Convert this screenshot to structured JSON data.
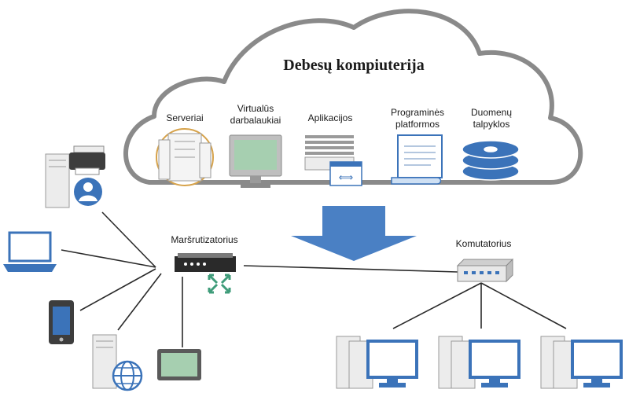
{
  "cloud": {
    "title": "Debesų kompiuterija",
    "services": [
      {
        "label_line1": "Serveriai",
        "label_line2": "",
        "icon": "servers-icon"
      },
      {
        "label_line1": "Virtualūs",
        "label_line2": "darbalaukiai",
        "icon": "virtual-desktop-icon"
      },
      {
        "label_line1": "Aplikacijos",
        "label_line2": "",
        "icon": "applications-icon"
      },
      {
        "label_line1": "Programinės",
        "label_line2": "platformos",
        "icon": "platform-scroll-icon"
      },
      {
        "label_line1": "Duomenų",
        "label_line2": "talpyklos",
        "icon": "data-storage-icon"
      }
    ]
  },
  "router": {
    "label": "Maršrutizatorius",
    "icon": "router-icon"
  },
  "switch": {
    "label": "Komutatorius",
    "icon": "switch-icon"
  },
  "left_devices": [
    "server-with-printer-and-user-icon",
    "laptop-icon",
    "smartphone-icon",
    "server-with-globe-icon",
    "tablet-icon"
  ],
  "right_devices": [
    "workstation-icon",
    "workstation-icon",
    "workstation-icon"
  ],
  "colors": {
    "cloud_border": "#8a8a8a",
    "accent_blue": "#3b73b9",
    "arrow_blue": "#4a80c4",
    "router_green": "#3f9c7a",
    "device_gray": "#e6e6e6"
  }
}
